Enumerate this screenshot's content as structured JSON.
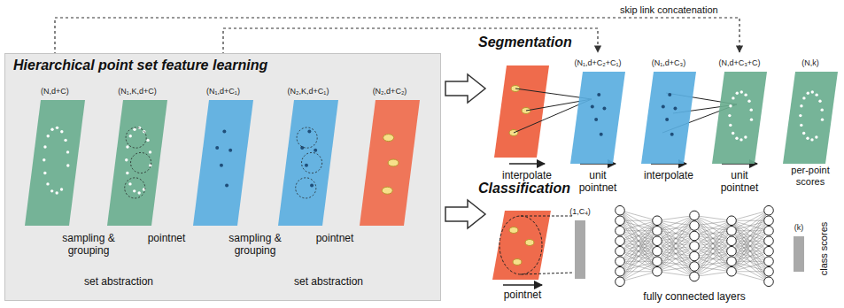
{
  "diagram": {
    "nodes": [
      {
        "text": [
          "Hierarchical point set feature learning"
        ]
      },
      {
        "text": [
          "(N,d+C)"
        ],
        "in": 0
      },
      {
        "text": [
          "(N₁,K,d+C)"
        ],
        "in": 0
      },
      {
        "text": [
          "(N₁,d+C₁)"
        ],
        "in": 0
      },
      {
        "text": [
          "(N₂,K,d+C₁)"
        ],
        "in": 0
      },
      {
        "text": [
          "(N₂,d+C₂)"
        ],
        "in": 0
      },
      {
        "text": [
          "(N₁,d+C₂+C₁)"
        ]
      },
      {
        "text": [
          "(N₁,d+C₃)"
        ]
      },
      {
        "text": [
          "(N,d+C₃+C)"
        ]
      },
      {
        "text": [
          "(N,k)"
        ]
      },
      {
        "text": [
          "(1,C₄)"
        ]
      },
      {
        "text": [
          "(k)"
        ]
      }
    ],
    "edges": [
      {
        "from": 3,
        "to": 6,
        "arrow": "to"
      },
      {
        "from": 1,
        "to": 8,
        "label": "skip link concatenation",
        "arrow": "to"
      }
    ],
    "labels": [
      "sampling & grouping",
      "pointnet",
      "sampling & grouping",
      "pointnet",
      "set abstraction",
      "set abstraction",
      "Segmentation",
      "interpolate",
      "unit pointnet",
      "interpolate",
      "unit pointnet",
      "per-point scores",
      "Classification",
      "pointnet",
      "fully connected layers",
      "class scores"
    ]
  }
}
